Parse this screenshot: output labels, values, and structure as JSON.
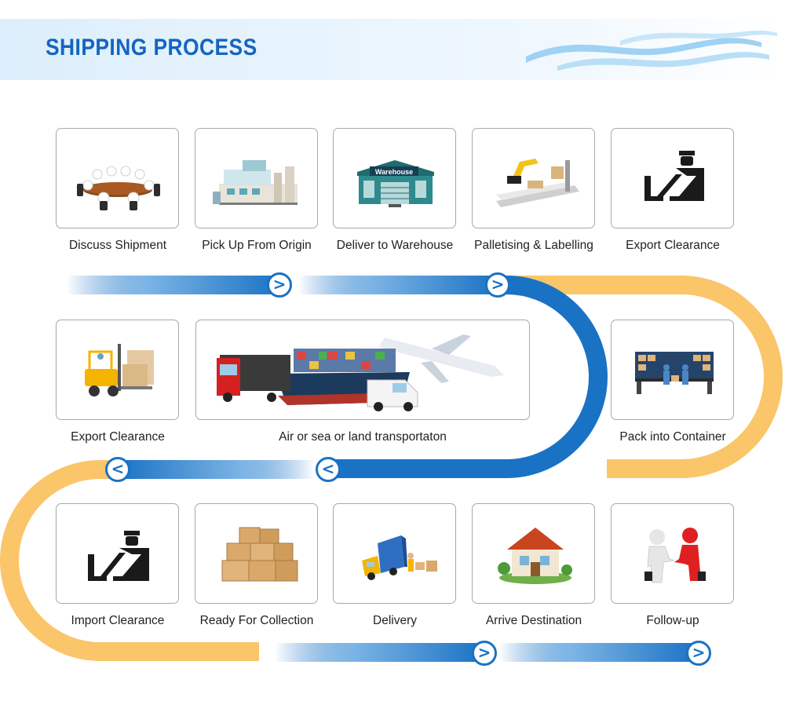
{
  "header": {
    "title": "SHIPPING PROCESS"
  },
  "steps": [
    {
      "label": "Discuss Shipment",
      "icon": "meeting-icon"
    },
    {
      "label": "Pick Up From Origin",
      "icon": "factory-icon"
    },
    {
      "label": "Deliver to Warehouse",
      "icon": "warehouse-icon",
      "sign": "Warehouse"
    },
    {
      "label": "Palletising & Labelling",
      "icon": "robot-arm-icon"
    },
    {
      "label": "Export Clearance",
      "icon": "customs-officer-icon"
    },
    {
      "label": "Export Clearance",
      "icon": "forklift-icon"
    },
    {
      "label": "Air or sea or land transportaton",
      "icon": "transport-icon"
    },
    {
      "label": "Pack into Container",
      "icon": "packing-workers-icon"
    },
    {
      "label": "Import Clearance",
      "icon": "customs-officer-icon"
    },
    {
      "label": "Ready For Collection",
      "icon": "boxes-icon"
    },
    {
      "label": "Delivery",
      "icon": "delivery-truck-icon"
    },
    {
      "label": "Arrive Destination",
      "icon": "house-icon"
    },
    {
      "label": "Follow-up",
      "icon": "handshake-icon"
    }
  ],
  "arrows": {
    "right": ">",
    "left": "<"
  },
  "colors": {
    "blue": "#1a72c4",
    "orange": "#fbc56a",
    "title": "#1565c0"
  }
}
